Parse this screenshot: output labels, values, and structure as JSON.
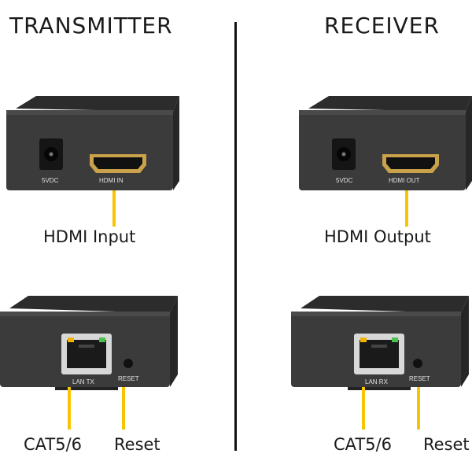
{
  "transmitter": {
    "heading": "TRANSMITTER",
    "top_unit": {
      "power_label": "5VDC",
      "hdmi_label": "HDMI IN"
    },
    "bottom_unit": {
      "lan_label": "LAN TX",
      "reset_label": "RESET"
    },
    "callouts": {
      "hdmi": "HDMI Input",
      "cat": "CAT5/6",
      "reset": "Reset"
    }
  },
  "receiver": {
    "heading": "RECEIVER",
    "top_unit": {
      "power_label": "5VDC",
      "hdmi_label": "HDMI OUT"
    },
    "bottom_unit": {
      "lan_label": "LAN RX",
      "reset_label": "RESET"
    },
    "callouts": {
      "hdmi": "HDMI Output",
      "cat": "CAT5/6",
      "reset": "Reset"
    }
  },
  "colors": {
    "callout_line": "#f7c400",
    "device_body": "#3a3a3a",
    "divider": "#111111"
  }
}
